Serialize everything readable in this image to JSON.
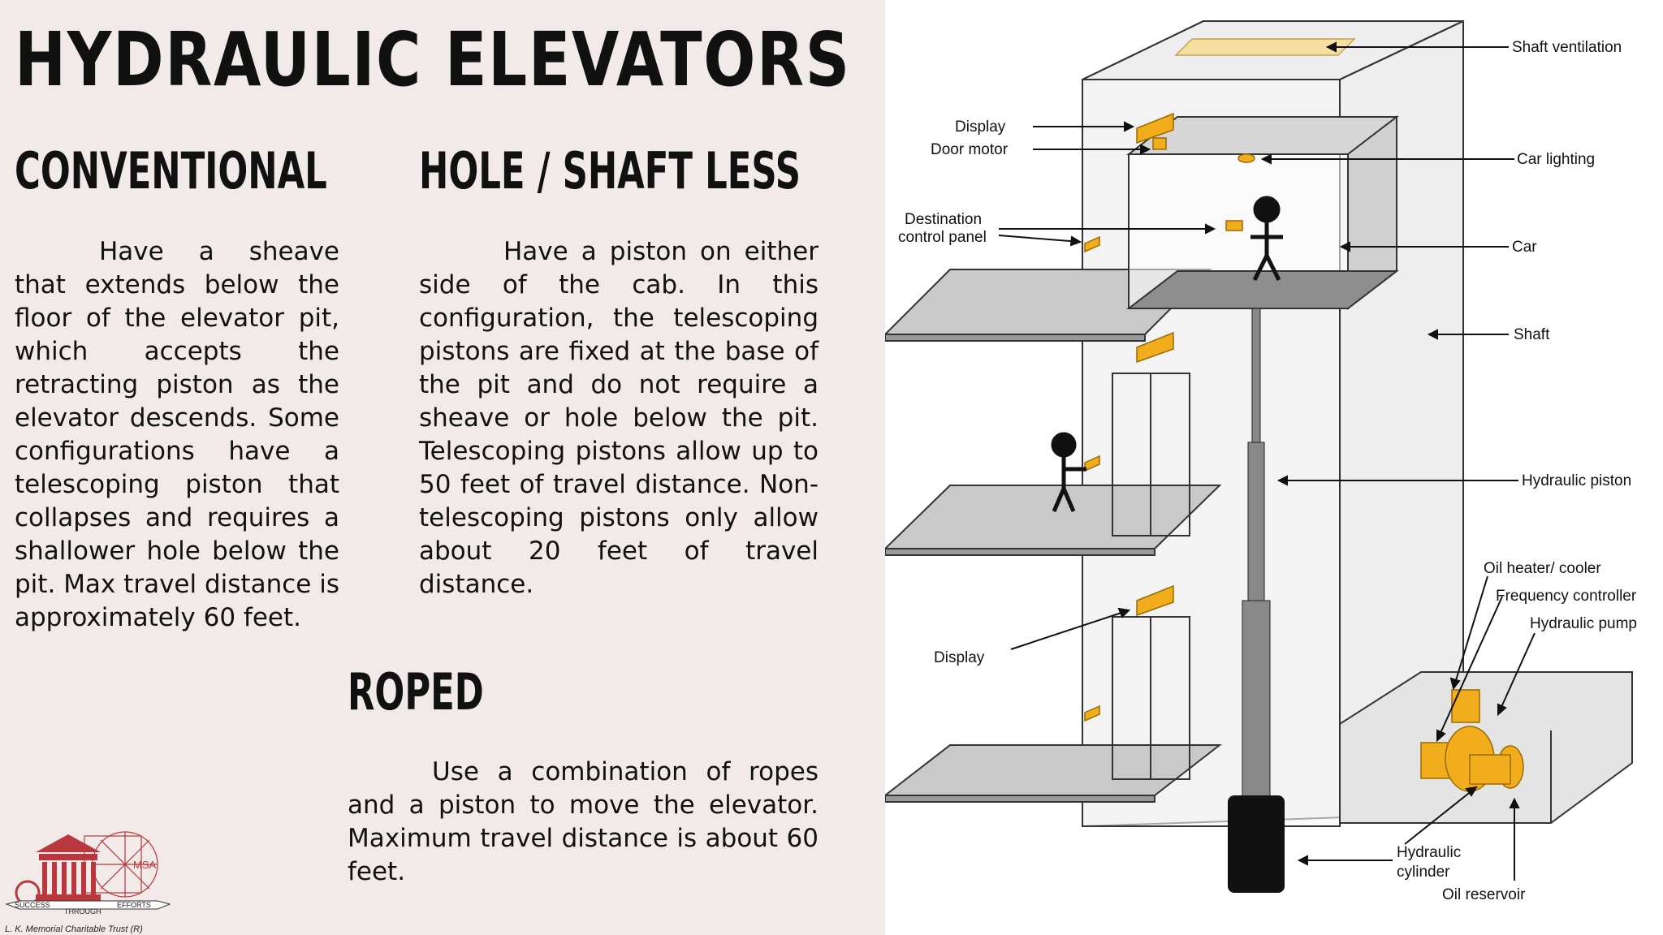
{
  "slide": {
    "title": "HYDRAULIC ELEVATORS",
    "sections": [
      {
        "heading": "CONVENTIONAL",
        "body": "Have a sheave that extends below the floor of the elevator pit, which accepts the retracting piston as the elevator descends. Some configurations have a telescoping piston that collapses and requires a shallower hole below the pit. Max travel distance is approximately 60 feet."
      },
      {
        "heading": "HOLE / SHAFT LESS",
        "body": "Have a piston on either side of the cab. In this configuration, the telescoping pistons are fixed at the base of the pit and do not require a sheave or hole below the pit. Telescoping pistons allow up to 50 feet of travel distance. Non-telescoping pistons only allow about 20 feet of travel distance."
      },
      {
        "heading": "ROPED",
        "body": "Use a combination of ropes and a piston to move the elevator. Maximum travel distance is about 60 feet."
      }
    ]
  },
  "logo": {
    "badge": "MSA",
    "ribbon": [
      "SUCCESS",
      "THROUGH",
      "EFFORTS"
    ],
    "caption": "L. K. Memorial Charitable Trust (R)"
  },
  "diagram": {
    "labels": {
      "shaft_ventilation": "Shaft ventilation",
      "display_top": "Display",
      "door_motor": "Door motor",
      "car_lighting": "Car lighting",
      "destination_1": "Destination",
      "destination_2": "control panel",
      "car": "Car",
      "shaft": "Shaft",
      "hydraulic_piston": "Hydraulic piston",
      "oil_heater": "Oil heater/ cooler",
      "frequency_controller": "Frequency controller",
      "hydraulic_pump": "Hydraulic pump",
      "display_bottom": "Display",
      "hydraulic_cylinder_1": "Hydraulic",
      "hydraulic_cylinder_2": "cylinder",
      "oil_reservoir": "Oil reservoir"
    },
    "colors": {
      "component": "#f2ad1c",
      "ventilation": "#f5dfa3",
      "wall": "#e8e8e8",
      "floor": "#c9c9c9"
    }
  }
}
